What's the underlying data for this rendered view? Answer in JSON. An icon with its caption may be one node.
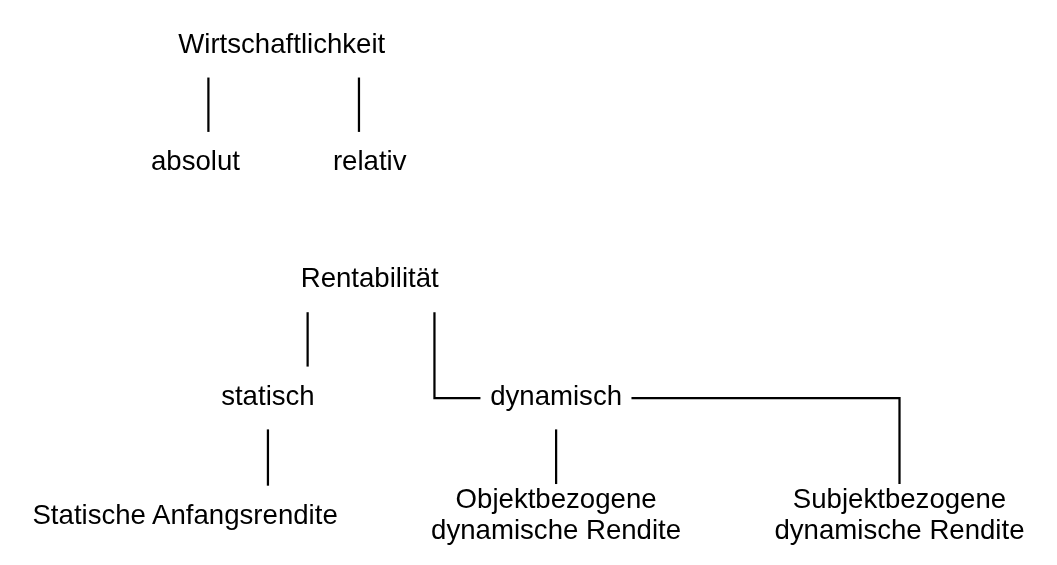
{
  "diagram": {
    "nodes": [
      {
        "text": [
          "Wirtschaftlichkeit"
        ]
      },
      {
        "text": [
          "absolut"
        ]
      },
      {
        "text": [
          "relativ"
        ]
      },
      {
        "text": [
          "Rentabilität"
        ]
      },
      {
        "text": [
          "statisch"
        ]
      },
      {
        "text": [
          "dynamisch"
        ]
      },
      {
        "text": [
          "Statische Anfangsrendite"
        ]
      },
      {
        "text": [
          "Objektbezogene dynamische Rendite"
        ]
      },
      {
        "text": [
          "Subjektbezogene dynamische Rendite"
        ]
      }
    ],
    "edges": [
      {
        "from": 0,
        "to": 1,
        "arrow": "none"
      },
      {
        "from": 0,
        "to": 2,
        "arrow": "none"
      },
      {
        "from": 3,
        "to": 4,
        "arrow": "none"
      },
      {
        "from": 3,
        "to": 5,
        "arrow": "none"
      },
      {
        "from": 4,
        "to": 6,
        "arrow": "none"
      },
      {
        "from": 5,
        "to": 7,
        "arrow": "none"
      },
      {
        "from": 5,
        "to": 8,
        "arrow": "none"
      }
    ]
  }
}
